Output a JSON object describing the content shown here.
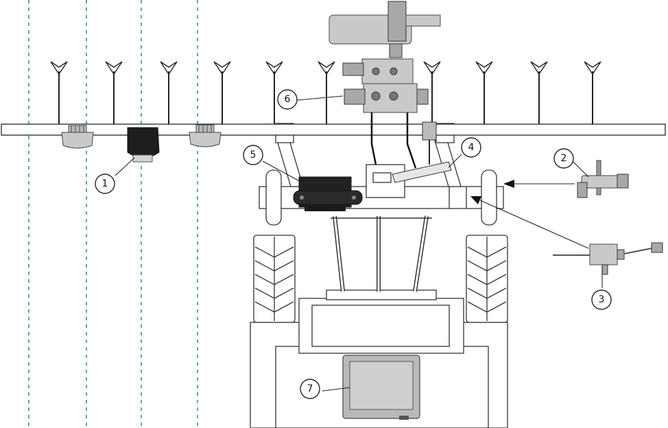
{
  "callouts": [
    {
      "id": "1",
      "label": "1"
    },
    {
      "id": "2",
      "label": "2"
    },
    {
      "id": "3",
      "label": "3"
    },
    {
      "id": "4",
      "label": "4"
    },
    {
      "id": "5",
      "label": "5"
    },
    {
      "id": "6",
      "label": "6"
    },
    {
      "id": "7",
      "label": "7"
    }
  ],
  "colors": {
    "guide_lines": "#2e9e6b",
    "component_gray": "#c9c9c9",
    "dark_component": "#1e1e1e",
    "outline": "#333333"
  },
  "icons": [
    "nozzle-icon",
    "sensor-icon",
    "valve-block-icon",
    "terminal-icon",
    "tire-tread-icon"
  ]
}
